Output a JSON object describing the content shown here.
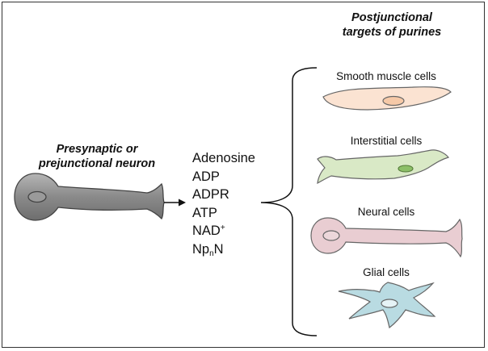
{
  "header": {
    "line1": "Postjunctional",
    "line2": "targets of purines"
  },
  "source_neuron": {
    "line1": "Presynaptic or",
    "line2": "prejunctional neuron"
  },
  "molecules": {
    "adenosine": "Adenosine",
    "adp": "ADP",
    "adpr": "ADPR",
    "atp": "ATP",
    "nad_base": "NAD",
    "nad_sup": "+",
    "npn_a": "Np",
    "npn_sub": "n",
    "npn_b": "N"
  },
  "targets": {
    "smooth_muscle": "Smooth muscle cells",
    "interstitial": "Interstitial cells",
    "neural": "Neural cells",
    "glial": "Glial cells"
  },
  "colors": {
    "presynaptic_neuron": "#8f8f8f",
    "smooth_muscle": "#fbe3d2",
    "interstitial": "#d9e9c6",
    "neural": "#e9cdd2",
    "glial": "#b9dbe2"
  }
}
